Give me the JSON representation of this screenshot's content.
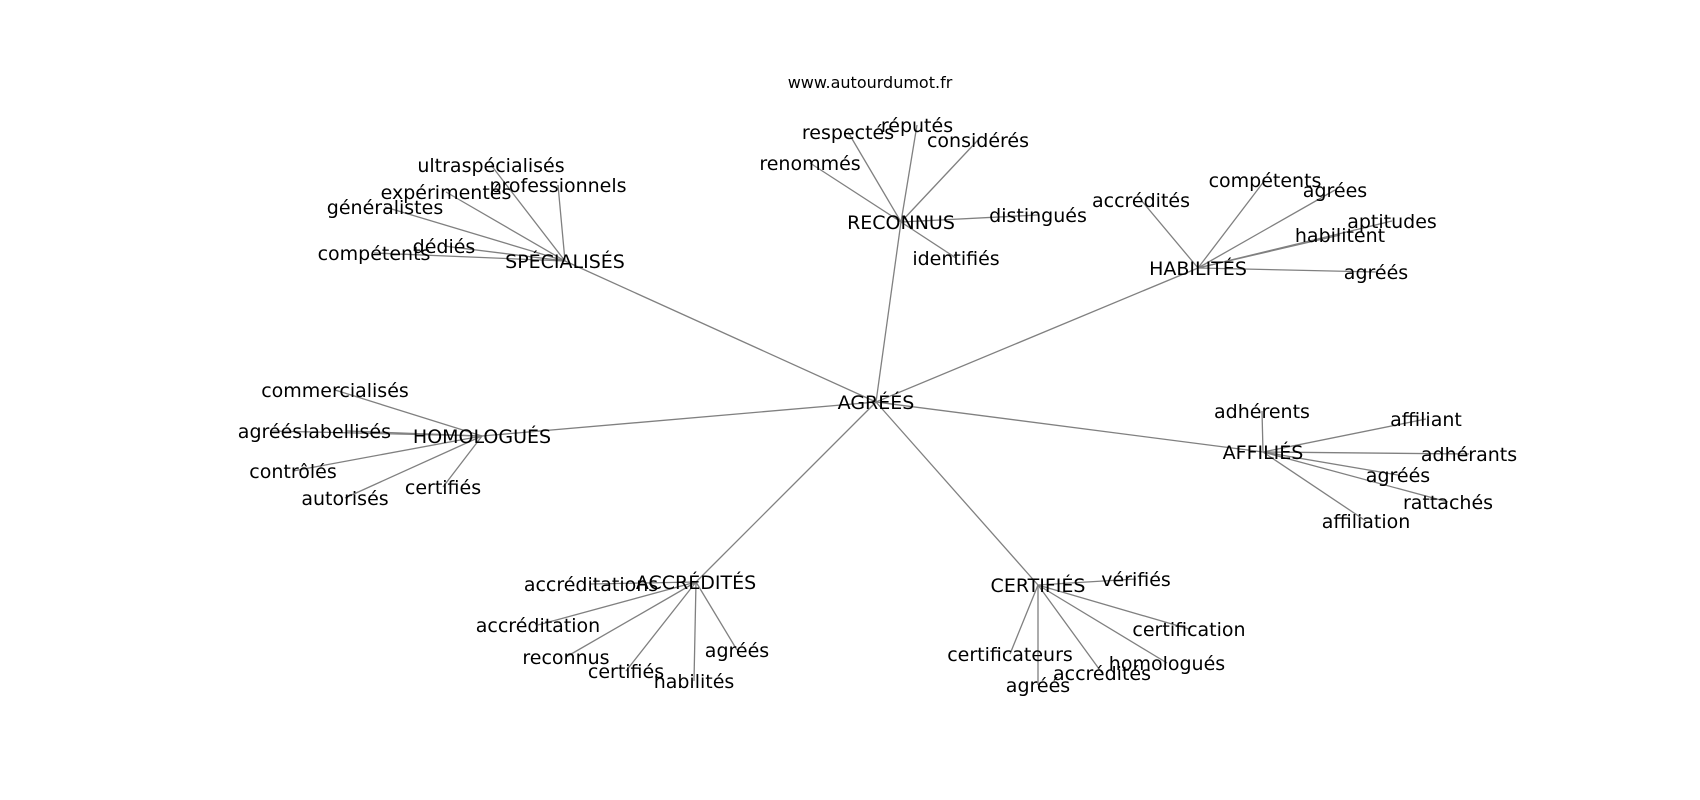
{
  "source": "www.autourdumot.fr",
  "center": "AGRÉÉS",
  "groups": [
    {
      "label": "RECONNUS",
      "words": [
        "respectés",
        "réputés",
        "considérés",
        "renommés",
        "distingués",
        "identifiés"
      ]
    },
    {
      "label": "SPÉCIALISÉS",
      "words": [
        "ultraspécialisés",
        "professionnels",
        "expérimentés",
        "généralistes",
        "dédiés",
        "compétents"
      ]
    },
    {
      "label": "HABILITÉS",
      "words": [
        "accrédités",
        "compétents",
        "agrées",
        "aptitudes",
        "habilitent",
        "agréés"
      ]
    },
    {
      "label": "HOMOLOGUÉS",
      "words": [
        "commercialisés",
        "agréés",
        "labellisés",
        "contrôlés",
        "autorisés",
        "certifiés"
      ]
    },
    {
      "label": "AFFILIÉS",
      "words": [
        "adhérents",
        "affiliant",
        "adhérants",
        "agréés",
        "rattachés",
        "affiliation"
      ]
    },
    {
      "label": "ACCRÉDITÉS",
      "words": [
        "accréditations",
        "accréditation",
        "reconnus",
        "certifiés",
        "habilités",
        "agréés"
      ]
    },
    {
      "label": "CERTIFIÉS",
      "words": [
        "vérifiés",
        "certification",
        "certificateurs",
        "homologués",
        "accrédités",
        "agréés"
      ]
    }
  ]
}
